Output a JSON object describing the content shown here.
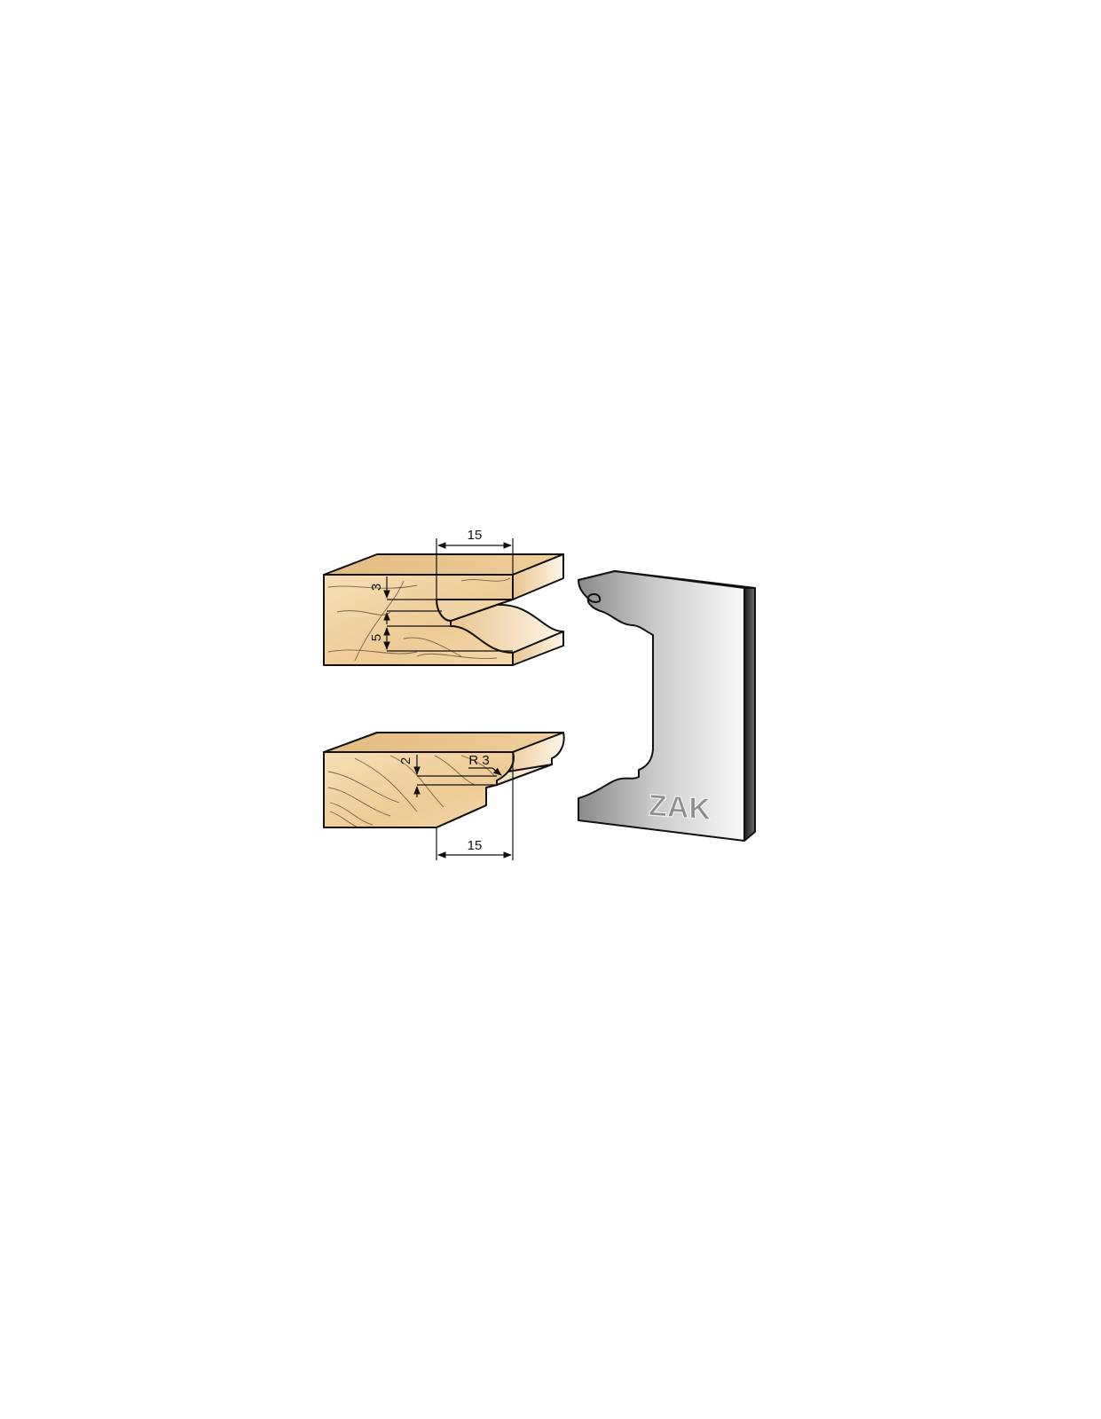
{
  "drawing": {
    "top_piece": {
      "width_dimension": "15",
      "upper_depth_dimension": "3",
      "lower_depth_dimension": "5"
    },
    "bottom_piece": {
      "width_dimension": "15",
      "depth_dimension": "2",
      "radius_label": "R 3"
    },
    "cutter_knife": {
      "brand": "ZAK"
    }
  },
  "colors": {
    "wood_face": "#f3d6a6",
    "wood_top": "#e9c48d",
    "wood_edge": "#fbeed6",
    "steel_light": "#f4f4f4",
    "steel_dark": "#8e8e8e",
    "steel_side": "#3c3c3c",
    "line": "#111111"
  }
}
